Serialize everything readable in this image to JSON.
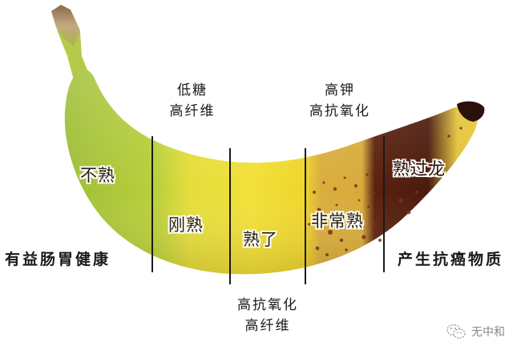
{
  "diagram": {
    "subject": "banana ripeness stages",
    "colors": {
      "unripe": "#a7c23a",
      "just_ripe": "#e8de3a",
      "ripe": "#f0d82c",
      "very_ripe": "#e0b83a",
      "overripe": "#4a1a0c",
      "spots": "#7a3a14",
      "stem": "#a88a62",
      "divider": "#1b1b1b"
    },
    "stages": [
      {
        "label": "不熟"
      },
      {
        "label": "刚熟"
      },
      {
        "label": "熟了"
      },
      {
        "label": "非常熟"
      },
      {
        "label": "熟过龙"
      }
    ],
    "benefits": {
      "unripe": "有益肠胃健康",
      "just_ripe_line1": "低糖",
      "just_ripe_line2": "高纤维",
      "ripe_line1": "高抗氧化",
      "ripe_line2": "高纤维",
      "very_ripe_line1": "高钾",
      "very_ripe_line2": "高抗氧化",
      "overripe": "产生抗癌物质"
    }
  },
  "watermark": {
    "icon": "wechat-icon",
    "text": "无中和"
  }
}
